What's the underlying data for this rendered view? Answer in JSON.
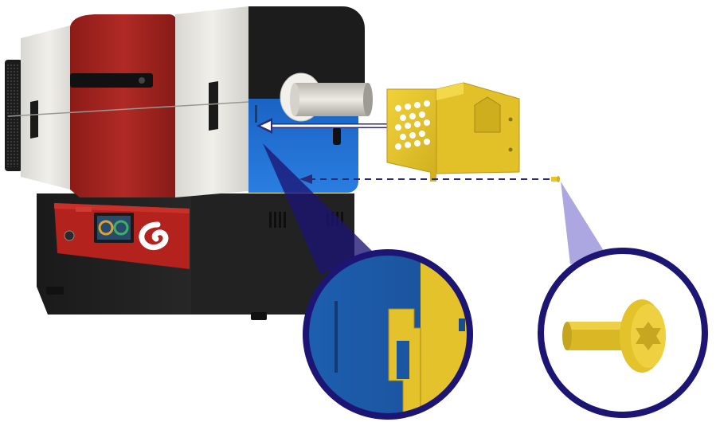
{
  "diagram": {
    "labels": [],
    "colors": {
      "furnace_white": "#e8e6e1",
      "furnace_red": "#a8231f",
      "furnace_black": "#1e1e1e",
      "access_panel_blue": "#1f6fd0",
      "guard_yellow": "#e6c62b",
      "callout_ring": "#1c1573",
      "callout_beam": "#6a5fc9",
      "arrow_line": "#2b2b7a"
    },
    "icons": [
      "tube-furnace",
      "heat-shield-cage",
      "torx-screw",
      "detail-magnifier-left",
      "detail-magnifier-right",
      "insert-arrow",
      "screw-arrow"
    ]
  }
}
